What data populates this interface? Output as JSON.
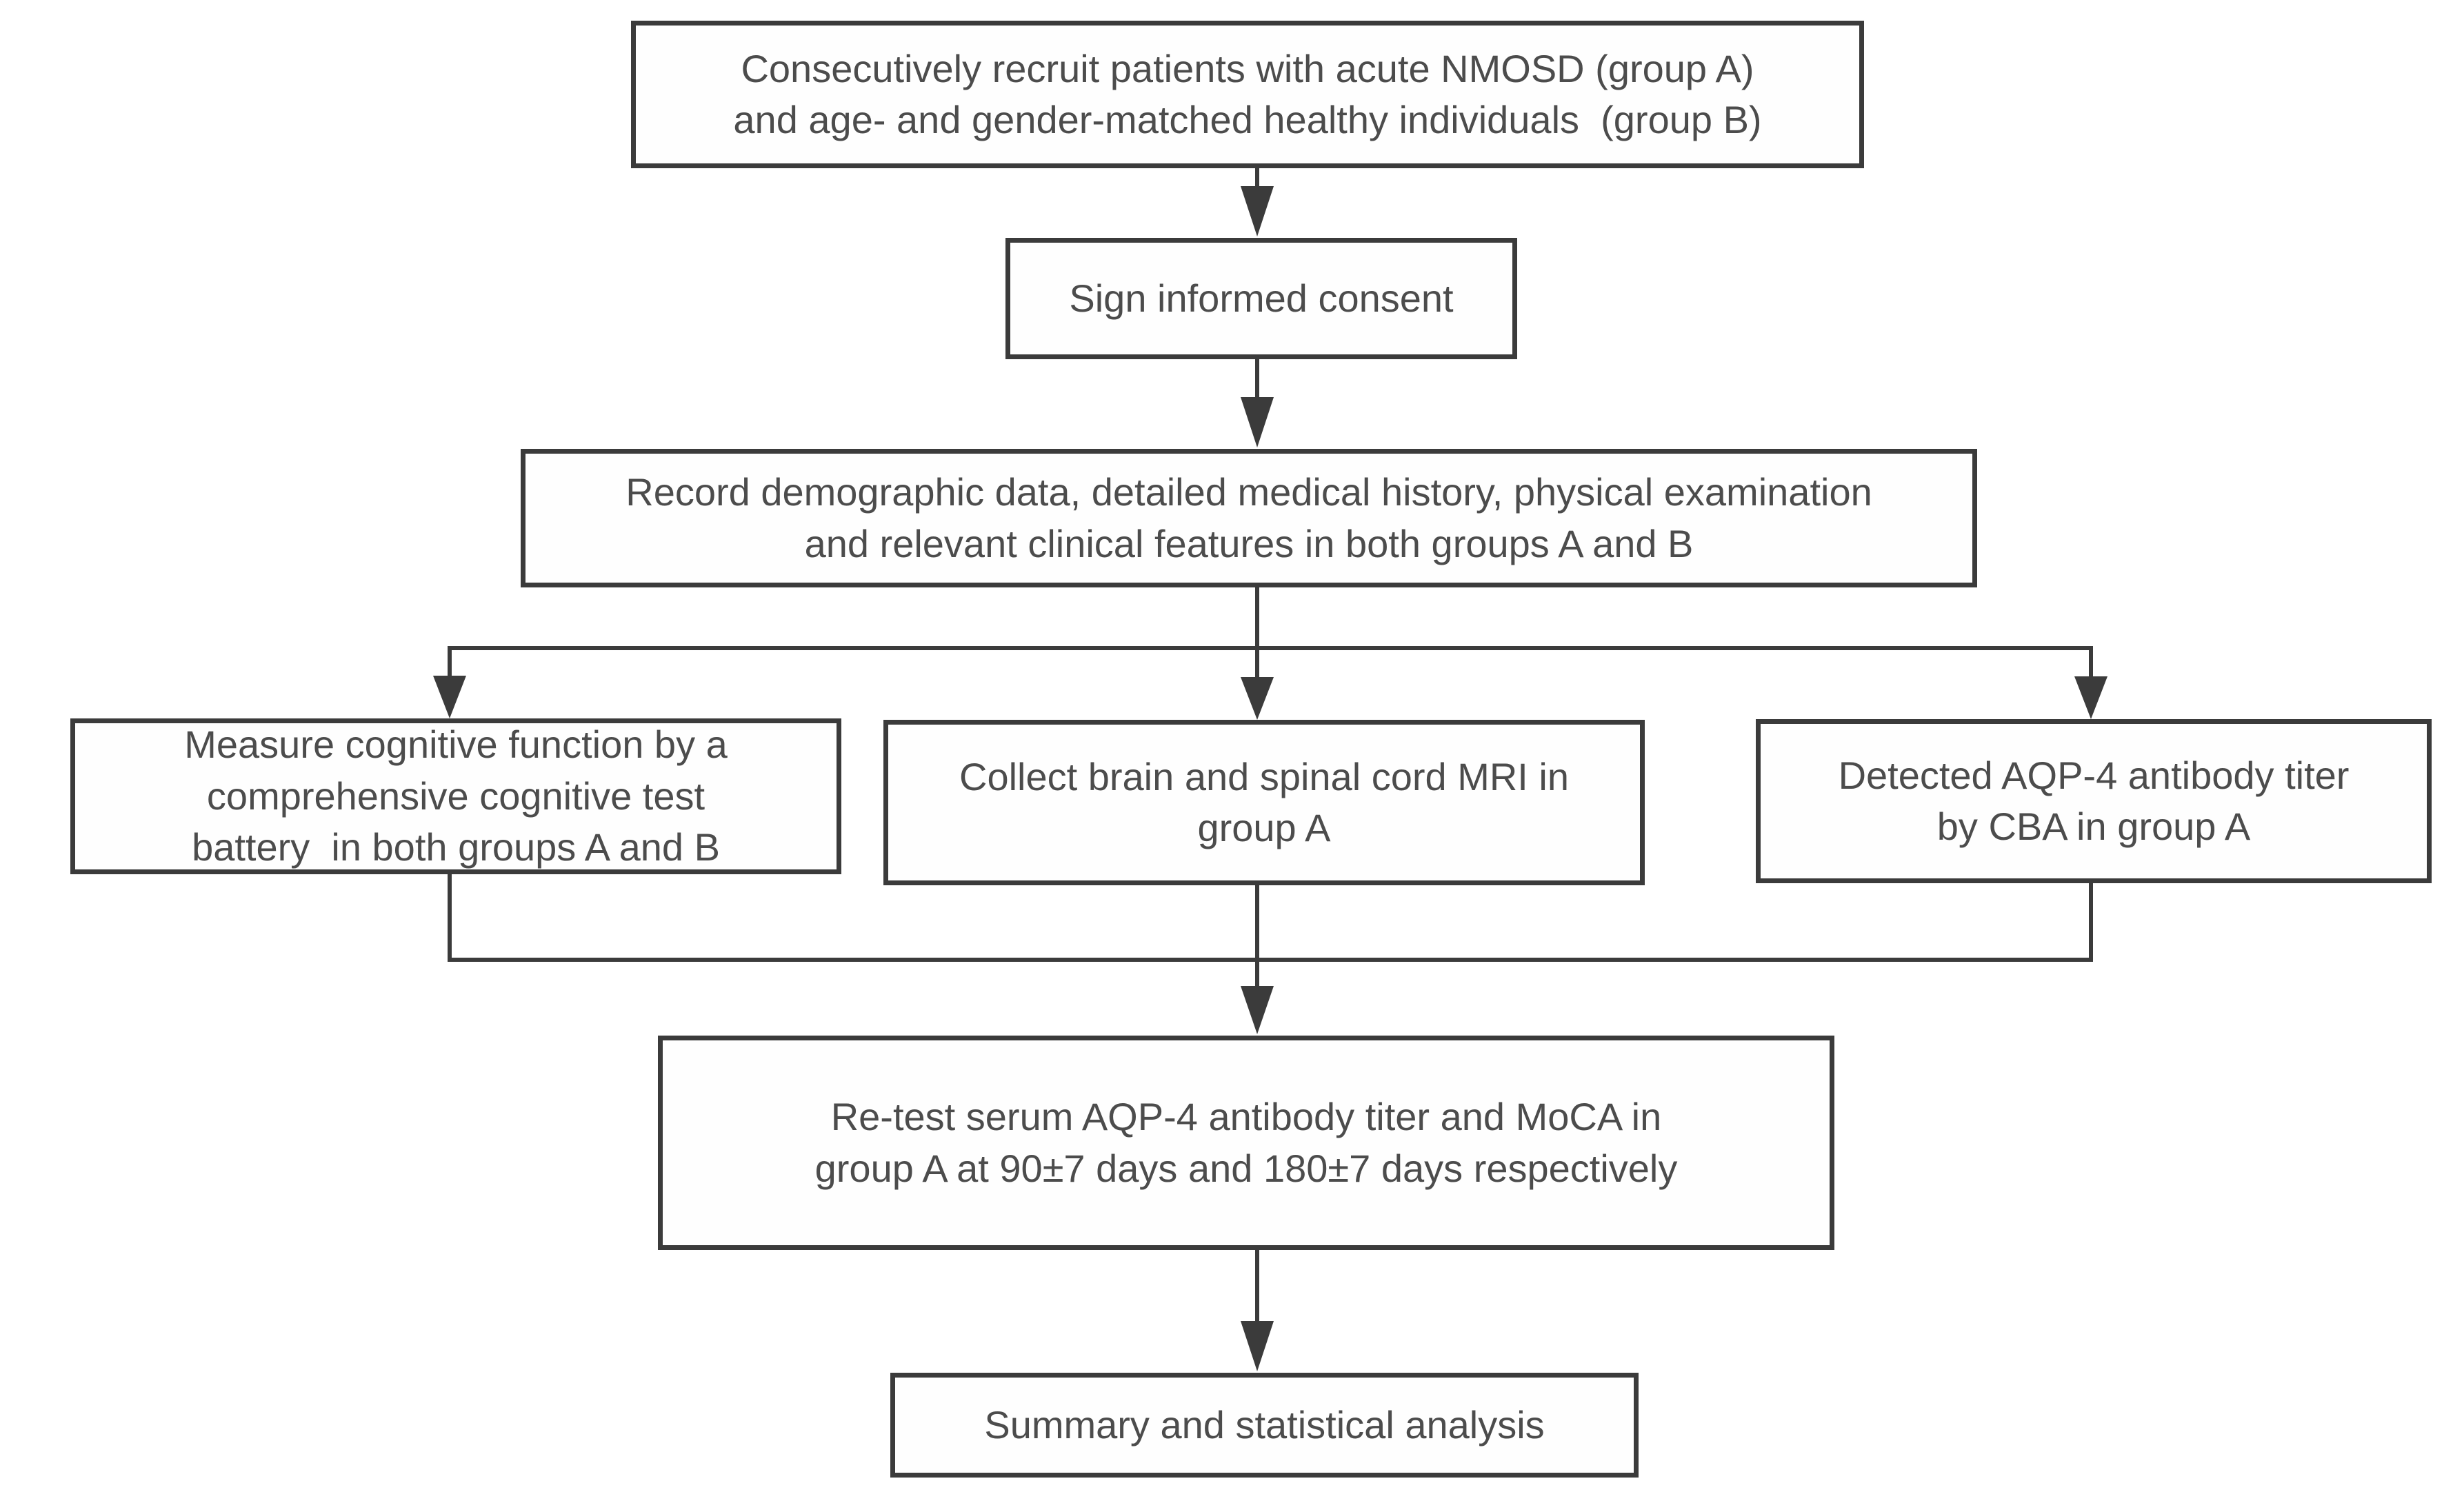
{
  "figure": {
    "type": "flowchart",
    "background": "#ffffff",
    "line_color": "#3b3b3b",
    "text_color": "#4c4c4c",
    "nodes": {
      "recruit": {
        "lines": [
          "Consecutively recruit patients with acute NMOSD (group A)",
          "and age- and gender-matched healthy individuals  (group B)"
        ]
      },
      "consent": {
        "lines": [
          "Sign informed consent"
        ]
      },
      "record": {
        "lines": [
          "Record demographic data, detailed medical history, physical examination",
          "and relevant clinical features in both groups A and B"
        ]
      },
      "cognitive": {
        "lines": [
          "Measure cognitive function by a",
          "comprehensive cognitive test",
          "battery  in both groups A and B"
        ]
      },
      "mri": {
        "lines": [
          "Collect brain and spinal cord MRI in",
          "group A"
        ]
      },
      "aqp4": {
        "lines": [
          "Detected AQP-4 antibody titer",
          "by CBA in group A"
        ]
      },
      "retest": {
        "lines": [
          "Re-test serum AQP-4 antibody titer and MoCA in",
          "group A at 90±7 days and 180±7 days respectively"
        ]
      },
      "summary": {
        "lines": [
          "Summary and statistical analysis"
        ]
      }
    },
    "edges": [
      "recruit -> consent",
      "consent -> record",
      "record -> cognitive",
      "record -> mri",
      "record -> aqp4",
      "cognitive -> retest",
      "mri -> retest",
      "aqp4 -> retest",
      "retest -> summary"
    ]
  }
}
